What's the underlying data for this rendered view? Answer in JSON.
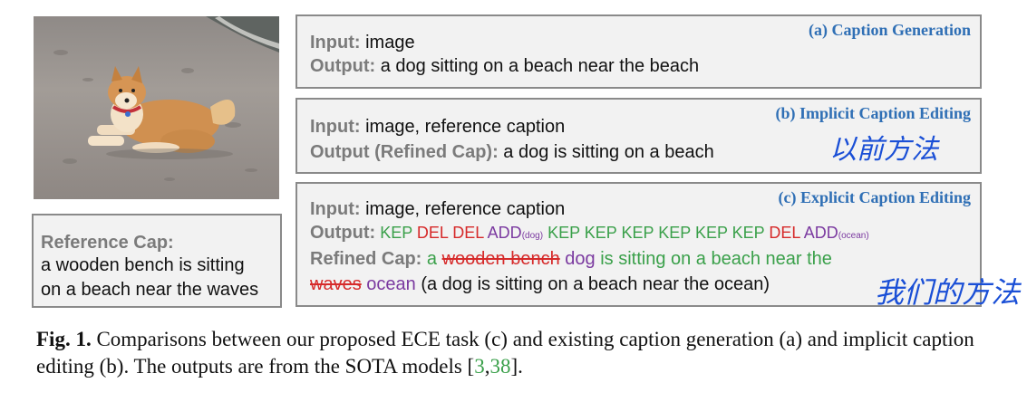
{
  "reference": {
    "label": "Reference Cap:",
    "text_line1": "a wooden bench is sitting",
    "text_line2": "on a beach near the waves"
  },
  "panel_a": {
    "tag": "(a) Caption Generation",
    "input_label": "Input:",
    "input_value": " image",
    "output_label": "Output:",
    "output_value": " a dog sitting on a beach near the beach"
  },
  "panel_b": {
    "tag": "(b) Implicit Caption Editing",
    "input_label": "Input:",
    "input_value": " image, reference caption",
    "output_label": "Output (Refined Cap):",
    "output_value": " a dog is sitting on a beach",
    "note": "以前方法"
  },
  "panel_c": {
    "tag": "(c) Explicit Caption Editing",
    "input_label": "Input:",
    "input_value": " image, reference caption",
    "output_label": "Output:",
    "ops": [
      {
        "op": "KEP",
        "kind": "kep"
      },
      {
        "op": "DEL",
        "kind": "del"
      },
      {
        "op": "DEL",
        "kind": "del"
      },
      {
        "op": "ADD",
        "kind": "add",
        "arg": "(dog)"
      },
      {
        "op": "KEP",
        "kind": "kep"
      },
      {
        "op": "KEP",
        "kind": "kep"
      },
      {
        "op": "KEP",
        "kind": "kep"
      },
      {
        "op": "KEP",
        "kind": "kep"
      },
      {
        "op": "KEP",
        "kind": "kep"
      },
      {
        "op": "KEP",
        "kind": "kep"
      },
      {
        "op": "DEL",
        "kind": "del"
      },
      {
        "op": "ADD",
        "kind": "add",
        "arg": "(ocean)"
      }
    ],
    "refined_label": "Refined Cap:",
    "refined_kept_1": " a ",
    "refined_deleted_1": "wooden bench",
    "refined_added_1": " dog",
    "refined_kept_2": " is sitting on a beach near the",
    "refined_deleted_2": "waves",
    "refined_added_2": " ocean",
    "refined_plain": " (a dog is sitting on a beach near the ocean)",
    "note": "我们的方法"
  },
  "caption": {
    "fig_label": "Fig. 1.",
    "text": " Comparisons between our proposed ECE task (c) and existing caption generation (a) and implicit caption editing (b). The outputs are from the SOTA models [",
    "cite1": "3",
    "sep": ",",
    "cite2": "38",
    "end": "]."
  },
  "colors": {
    "kep": "#3aa04a",
    "del": "#d62a2a",
    "add": "#7b3aa0",
    "tag": "#2f6fb5",
    "note": "#1a4fd6"
  }
}
